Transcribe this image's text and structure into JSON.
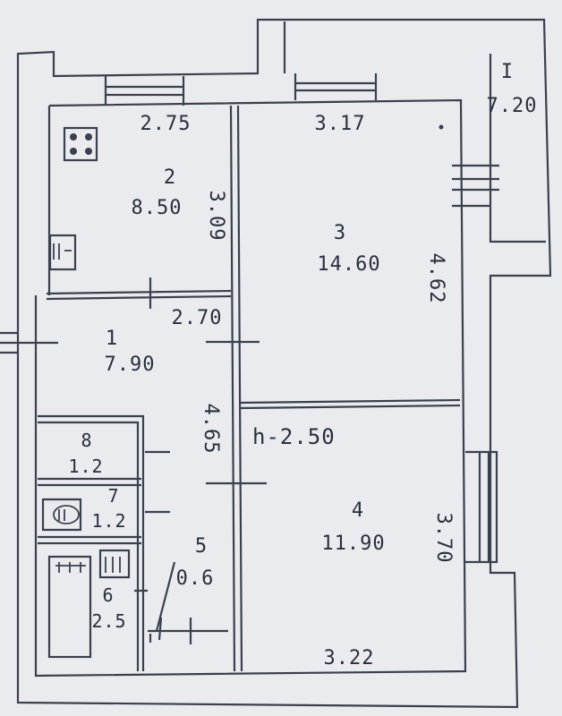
{
  "rooms": [
    {
      "number": "1",
      "area": "7.90"
    },
    {
      "number": "2",
      "area": "8.50"
    },
    {
      "number": "3",
      "area": "14.60"
    },
    {
      "number": "4",
      "area": "11.90"
    },
    {
      "number": "5",
      "area": "0.6"
    },
    {
      "number": "6",
      "area": "2.5"
    },
    {
      "number": "7",
      "area": "1.2"
    },
    {
      "number": "8",
      "area": "1.2"
    }
  ],
  "balcony": {
    "number": "I",
    "area": "7.20"
  },
  "dimensions": {
    "kitchen_width": "2.75",
    "kitchen_depth": "3.09",
    "room3_width": "3.17",
    "room3_depth": "4.62",
    "hall_width": "2.70",
    "hall_depth": "4.65",
    "room4_width": "3.22",
    "room4_depth": "3.70"
  },
  "ceiling_height": "h-2.50",
  "colors": {
    "ink": "#3a404c",
    "paper": "#e9ebef"
  }
}
